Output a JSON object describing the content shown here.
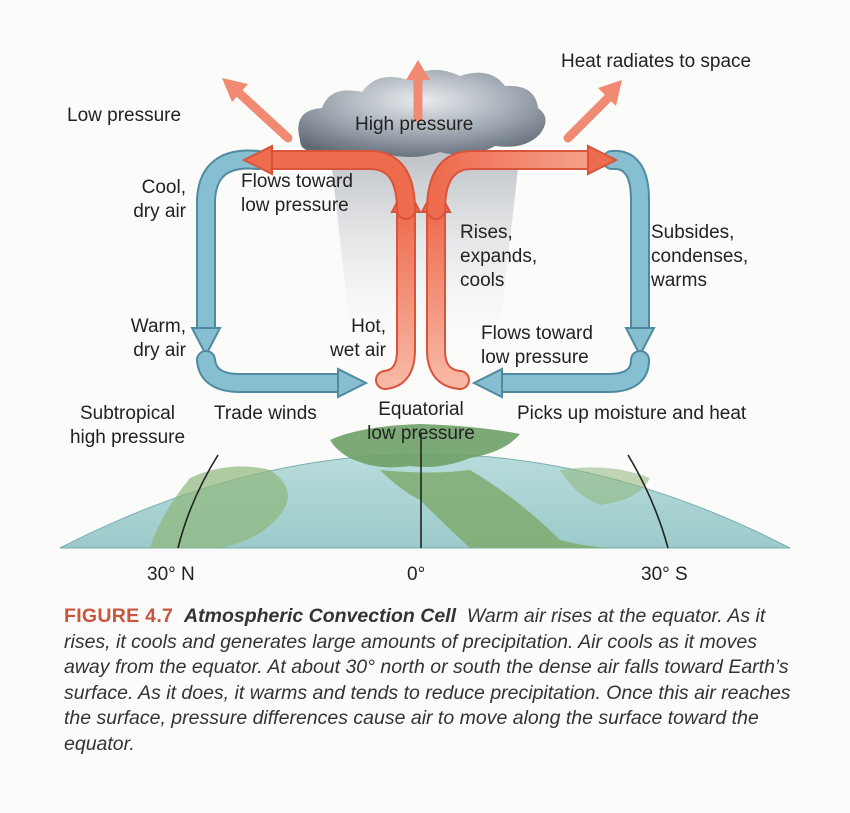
{
  "labels": {
    "low_pressure": "Low pressure",
    "high_pressure": "High pressure",
    "heat_radiates": "Heat radiates to space",
    "cool_dry_air": "Cool,\ndry air",
    "flows_toward_top": "Flows toward\nlow pressure",
    "rises_expands_cools": "Rises,\nexpands,\ncools",
    "subsides_condenses_warms": "Subsides,\ncondenses,\nwarms",
    "warm_dry_air": "Warm,\ndry air",
    "hot_wet_air": "Hot,\nwet air",
    "flows_toward_bottom": "Flows toward\nlow pressure",
    "subtropical_high": "Subtropical\nhigh pressure",
    "trade_winds": "Trade winds",
    "equatorial_low": "Equatorial\nlow pressure",
    "picks_up_moisture": "Picks up moisture and heat",
    "lat_30n": "30° N",
    "lat_0": "0°",
    "lat_30s": "30° S"
  },
  "caption": {
    "figure_number": "FIGURE 4.7",
    "title": "Atmospheric Convection Cell",
    "text": "Warm air rises at the equator. As it rises, it cools and generates large amounts of precipitation. Air cools as it moves away from the equator. At about 30° north or south the dense air falls toward Earth’s surface. As it does, it warms and tends to reduce precipitation. Once this air reaches the surface, pressure differences cause air to move along the surface toward the equator."
  },
  "colors": {
    "warm_arrow": "#f0755a",
    "cool_arrow": "#7fb9cc",
    "ocean": "#a9d2d4",
    "land": "#6aa065",
    "figure_label": "#c8553d"
  }
}
